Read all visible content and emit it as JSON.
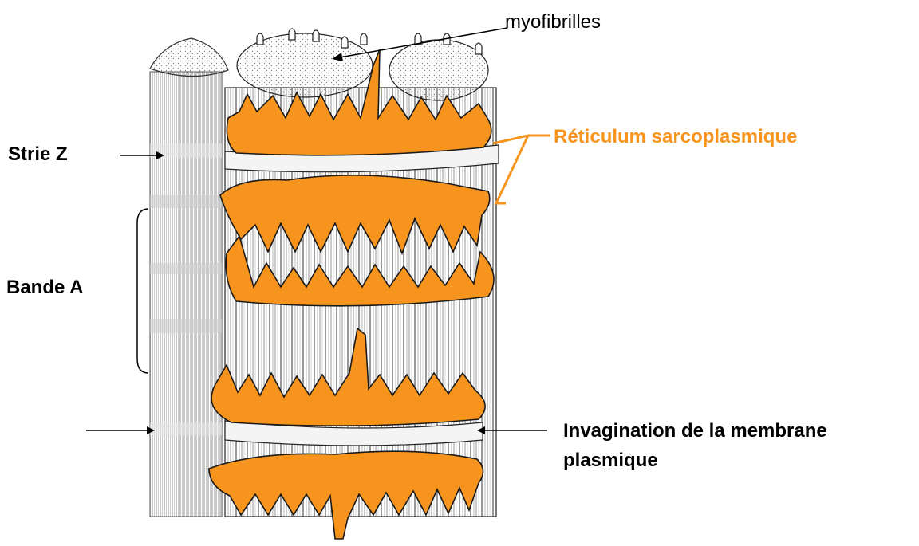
{
  "labels": {
    "myofibrilles": "myofibrilles",
    "reticulum": "Réticulum sarcoplasmique",
    "strie_z": "Strie Z",
    "bande_a": "Bande A",
    "invagination_line1": "Invagination de la membrane",
    "invagination_line2": "plasmique"
  },
  "colors": {
    "reticulum": "#f7941d",
    "outline": "#000000",
    "label_highlight": "#f7941d"
  }
}
